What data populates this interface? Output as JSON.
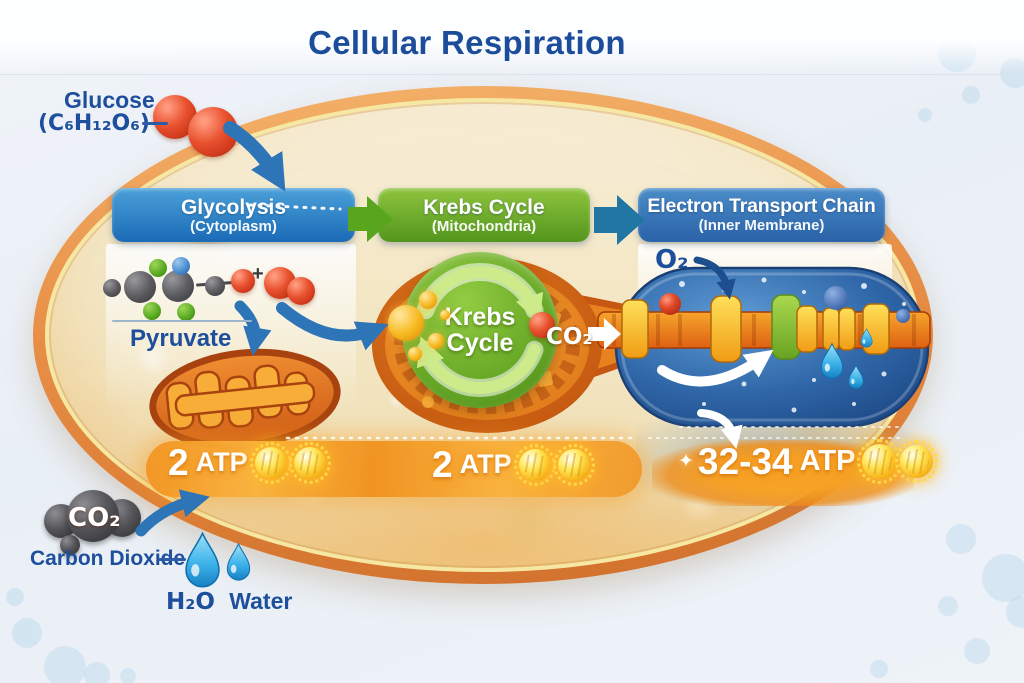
{
  "title": "Cellular Respiration",
  "molecules": {
    "glucose": {
      "name": "Glucose",
      "formula": "(C₆H₁₂O₆)"
    },
    "pyruvate": {
      "name": "Pyruvate",
      "plus": "+"
    },
    "oxygen": {
      "formula": "O₂"
    },
    "carbon_dioxide": {
      "formula": "CO₂",
      "name": "Carbon Dioxide"
    },
    "water": {
      "formula": "H₂O",
      "name": "Water"
    }
  },
  "stages": [
    {
      "name": "Glycolysis",
      "location": "(Cytoplasm)",
      "atp_count": "2",
      "atp_label": "ATP"
    },
    {
      "name": "Krebs Cycle",
      "location": "(Mitochondria)",
      "atp_count": "2",
      "atp_label": "ATP"
    },
    {
      "name": "Electron Transport Chain",
      "location": "(Inner Membrane)",
      "atp_count": "32-34",
      "atp_label": "ATP",
      "sparkle": "✦"
    }
  ],
  "krebs_circle": {
    "line1": "Krebs",
    "line2": "Cycle",
    "co2_out": "CO₂"
  },
  "colors": {
    "title_blue": "#1c4d9b",
    "glycolysis_blue": "#2a7bc0",
    "krebs_green": "#6aab2e",
    "etc_blue": "#2f6fb4",
    "cell_rim_orange": "#de8038",
    "cell_interior": "#f2e4bf",
    "atp_gold": "#ffd83d",
    "water_blue": "#3fb4ea",
    "co2_gray": "#57575b",
    "arrow_blue": "#2e75b8"
  }
}
